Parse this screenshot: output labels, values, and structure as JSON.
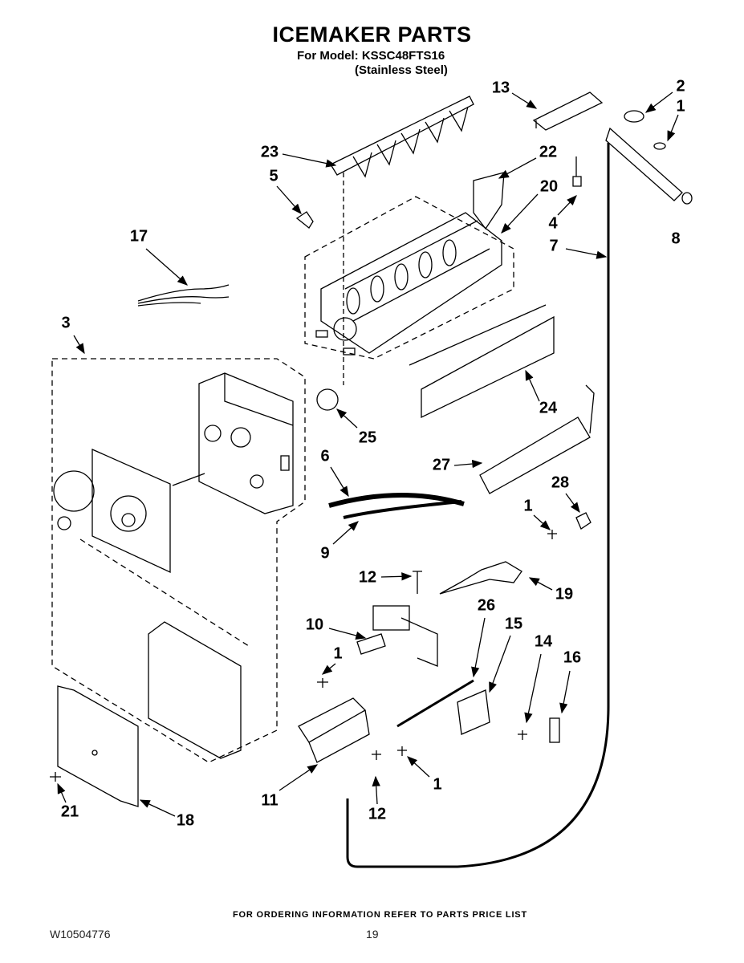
{
  "header": {
    "title": "ICEMAKER PARTS",
    "model_line": "For Model: KSSC48FTS16",
    "finish_line": "(Stainless Steel)"
  },
  "callouts": [
    "2",
    "1",
    "13",
    "23",
    "22",
    "5",
    "20",
    "4",
    "17",
    "7",
    "8",
    "3",
    "24",
    "25",
    "6",
    "27",
    "28",
    "1",
    "9",
    "12",
    "19",
    "10",
    "26",
    "15",
    "14",
    "16",
    "1",
    "1",
    "11",
    "12",
    "21",
    "18"
  ],
  "footer": {
    "ordering_note": "FOR ORDERING INFORMATION REFER TO PARTS PRICE LIST",
    "document_number": "W10504776",
    "page_number": "19"
  }
}
